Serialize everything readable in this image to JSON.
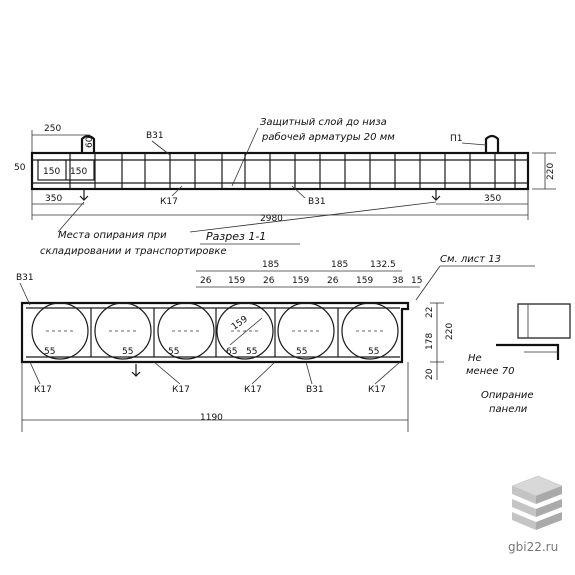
{
  "elevation": {
    "dim_250": "250",
    "dim_60": "60",
    "dim_50": "50",
    "dim_150_a": "150",
    "dim_150_b": "150",
    "dim_350_left": "350",
    "dim_350_right": "350",
    "dim_2980": "2980",
    "dim_220": "220",
    "label_v31_top": "В31",
    "label_v31_bottom": "В31",
    "label_k17": "К17",
    "label_p1": "П1",
    "note_cover_line1": "Защитный слой до низа",
    "note_cover_line2": "рабочей арматуры 20 мм",
    "note_support_line1": "Места опирания при",
    "note_support_line2": "складировании и транспортировке",
    "section_label": "Разрез 1-1"
  },
  "section": {
    "ref_sheet": "См. лист 13",
    "top_dims": [
      "185",
      "185",
      "132.5"
    ],
    "sub_dims": [
      "26",
      "159",
      "26",
      "159",
      "26",
      "159",
      "38",
      "15"
    ],
    "void_widths": [
      "55",
      "55",
      "55",
      "55",
      "55",
      "55"
    ],
    "dim_65": "65",
    "dim_159_diag": "159",
    "dim_22": "22",
    "dim_220": "220",
    "dim_178": "178",
    "dim_20": "20",
    "dim_1190": "1190",
    "label_v31_left": "В31",
    "labels_bottom": [
      "К17",
      "К17",
      "К17",
      "В31",
      "К17"
    ]
  },
  "support_detail": {
    "min_label_1": "Не",
    "min_label_2": "менее 70",
    "caption_1": "Опирание",
    "caption_2": "панели"
  },
  "watermark": {
    "site": "gbi22.ru"
  }
}
